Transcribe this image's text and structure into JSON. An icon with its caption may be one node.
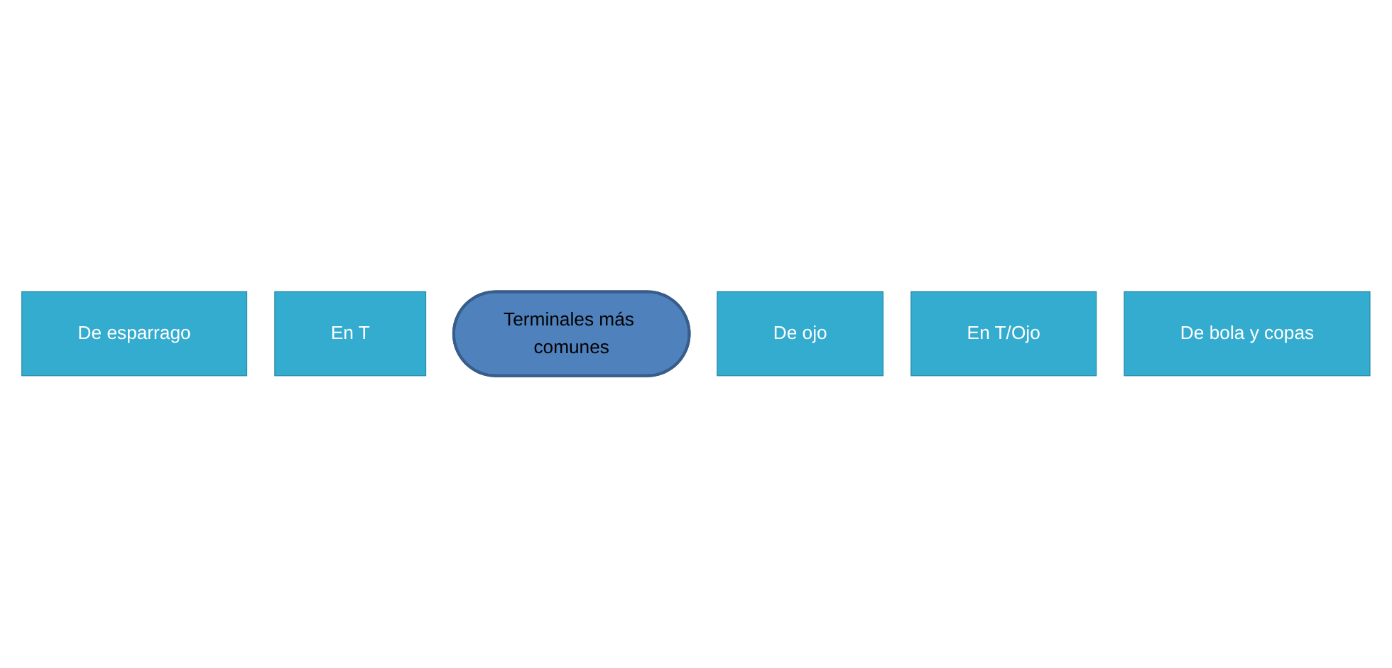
{
  "diagram": {
    "nodes": [
      {
        "text": [
          "De esparrago"
        ]
      },
      {
        "text": [
          "En T"
        ]
      },
      {
        "text": [
          "Terminales más comunes"
        ]
      },
      {
        "text": [
          "De ojo"
        ]
      },
      {
        "text": [
          "En T/Ojo"
        ]
      },
      {
        "text": [
          "De bola y copas"
        ]
      }
    ]
  }
}
